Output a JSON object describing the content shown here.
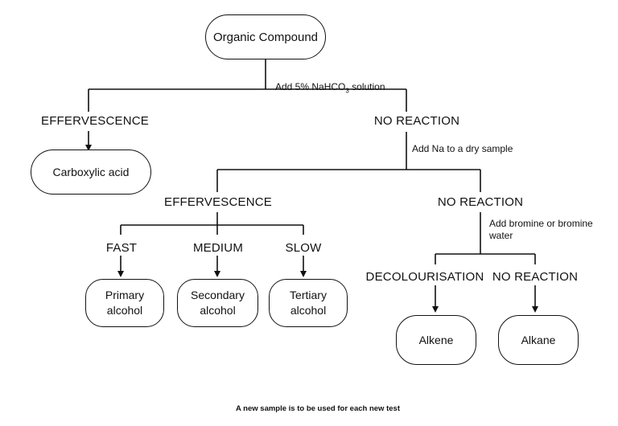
{
  "root": {
    "label": "Organic Compound"
  },
  "steps": {
    "bicarbonate": {
      "prefix": "Add 5% NaHCO",
      "sub": "3",
      "suffix": " solution"
    },
    "sodium": "Add Na to a dry sample",
    "bromine": "Add bromine or bromine\nwater"
  },
  "level1": {
    "left": "EFFERVESCENCE",
    "right": "NO REACTION",
    "left_result": "Carboxylic acid"
  },
  "level2": {
    "left": "EFFERVESCENCE",
    "right": "NO REACTION"
  },
  "rates": [
    {
      "label": "FAST",
      "result": "Primary\nalcohol"
    },
    {
      "label": "MEDIUM",
      "result": "Secondary\nalcohol"
    },
    {
      "label": "SLOW",
      "result": "Tertiary\nalcohol"
    }
  ],
  "level3": {
    "left": "DECOLOURISATION",
    "right": "NO REACTION",
    "left_result": "Alkene",
    "right_result": "Alkane"
  },
  "footnote": "A new sample is to be used for each new test"
}
